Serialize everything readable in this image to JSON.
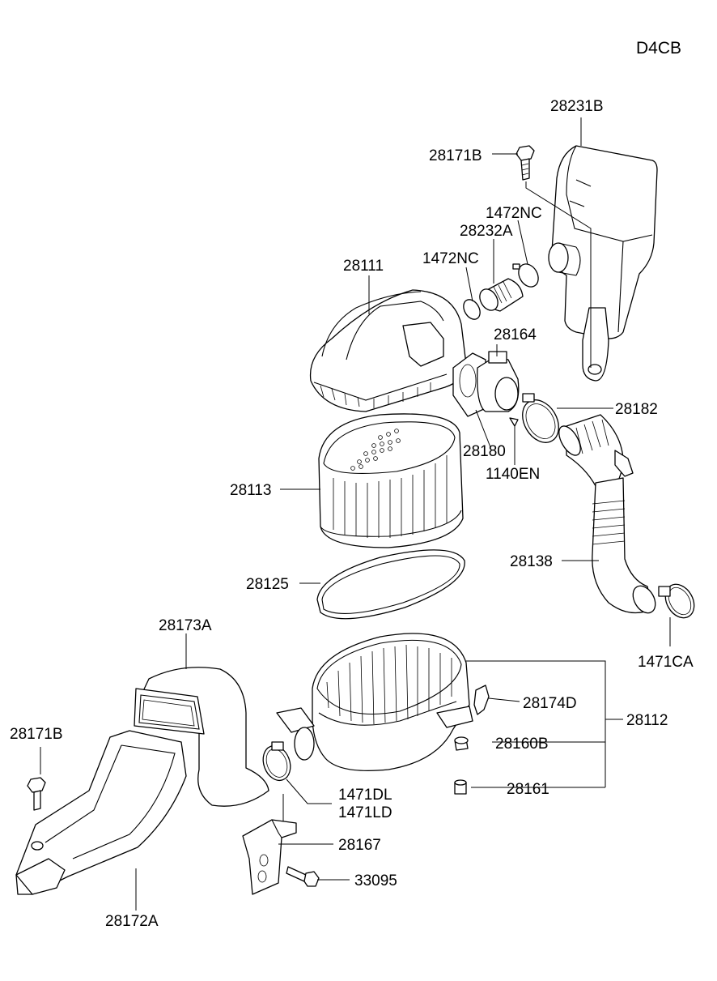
{
  "diagram": {
    "code": "D4CB",
    "labels": {
      "p28231B": "28231B",
      "p28171B_top": "28171B",
      "p1472NC_a": "1472NC",
      "p28232A": "28232A",
      "p1472NC_b": "1472NC",
      "p28111": "28111",
      "p28164": "28164",
      "p28182": "28182",
      "p28180": "28180",
      "p1140EN": "1140EN",
      "p28113": "28113",
      "p28138": "28138",
      "p28125": "28125",
      "p1471CA": "1471CA",
      "p28173A": "28173A",
      "p28174D": "28174D",
      "p28112": "28112",
      "p28171B_left": "28171B",
      "p28160B": "28160B",
      "p1471DL": "1471DL",
      "p1471LD": "1471LD",
      "p28161": "28161",
      "p28167": "28167",
      "p33095": "33095",
      "p28172A": "28172A"
    }
  }
}
